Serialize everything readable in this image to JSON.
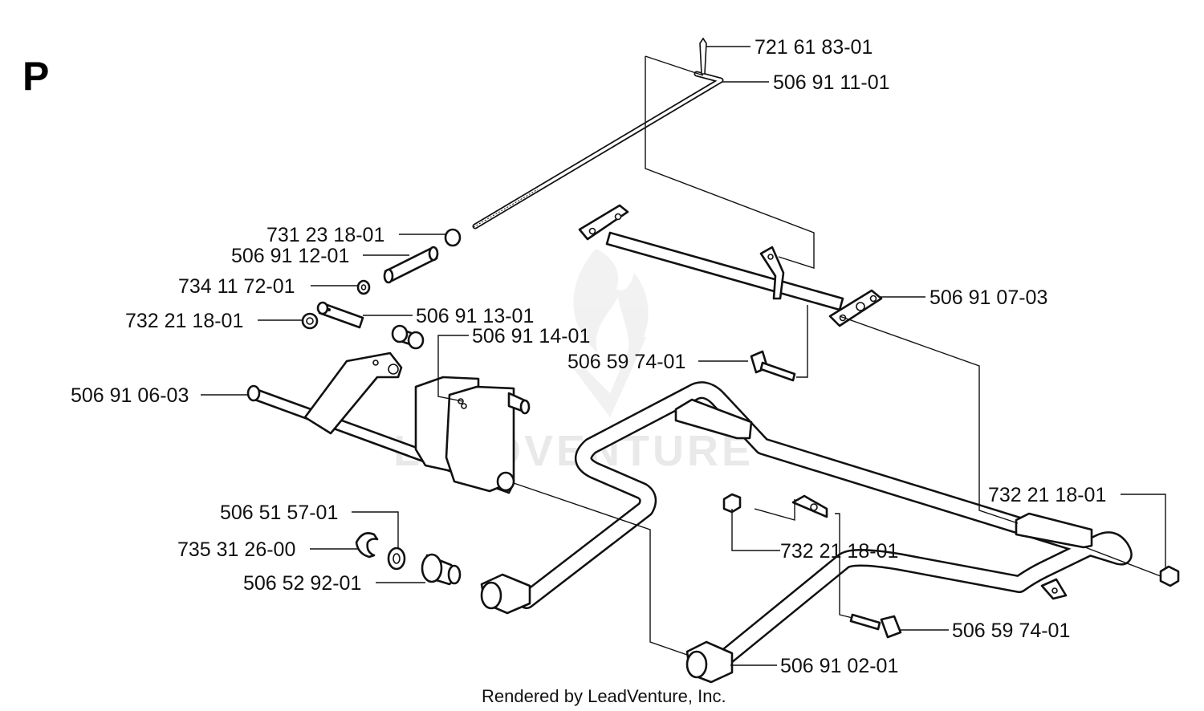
{
  "page_letter": "P",
  "footer": "Rendered by LeadVenture, Inc.",
  "watermark": "LEADVENTURE",
  "part_labels": [
    "721 61 83-01",
    "506 91 11-01",
    "731 23 18-01",
    "506 91 12-01",
    "734 11 72-01",
    "732 21 18-01",
    "506 91 13-01",
    "506 91 14-01",
    "506 91 07-03",
    "506 59 74-01",
    "506 91 06-03",
    "732 21 18-01",
    "506 51 57-01",
    "735 31 26-00",
    "732 21 18-01",
    "506 52 92-01",
    "506 59 74-01",
    "506 91 02-01"
  ],
  "icons": [
    "leadventure-flame-logo"
  ]
}
